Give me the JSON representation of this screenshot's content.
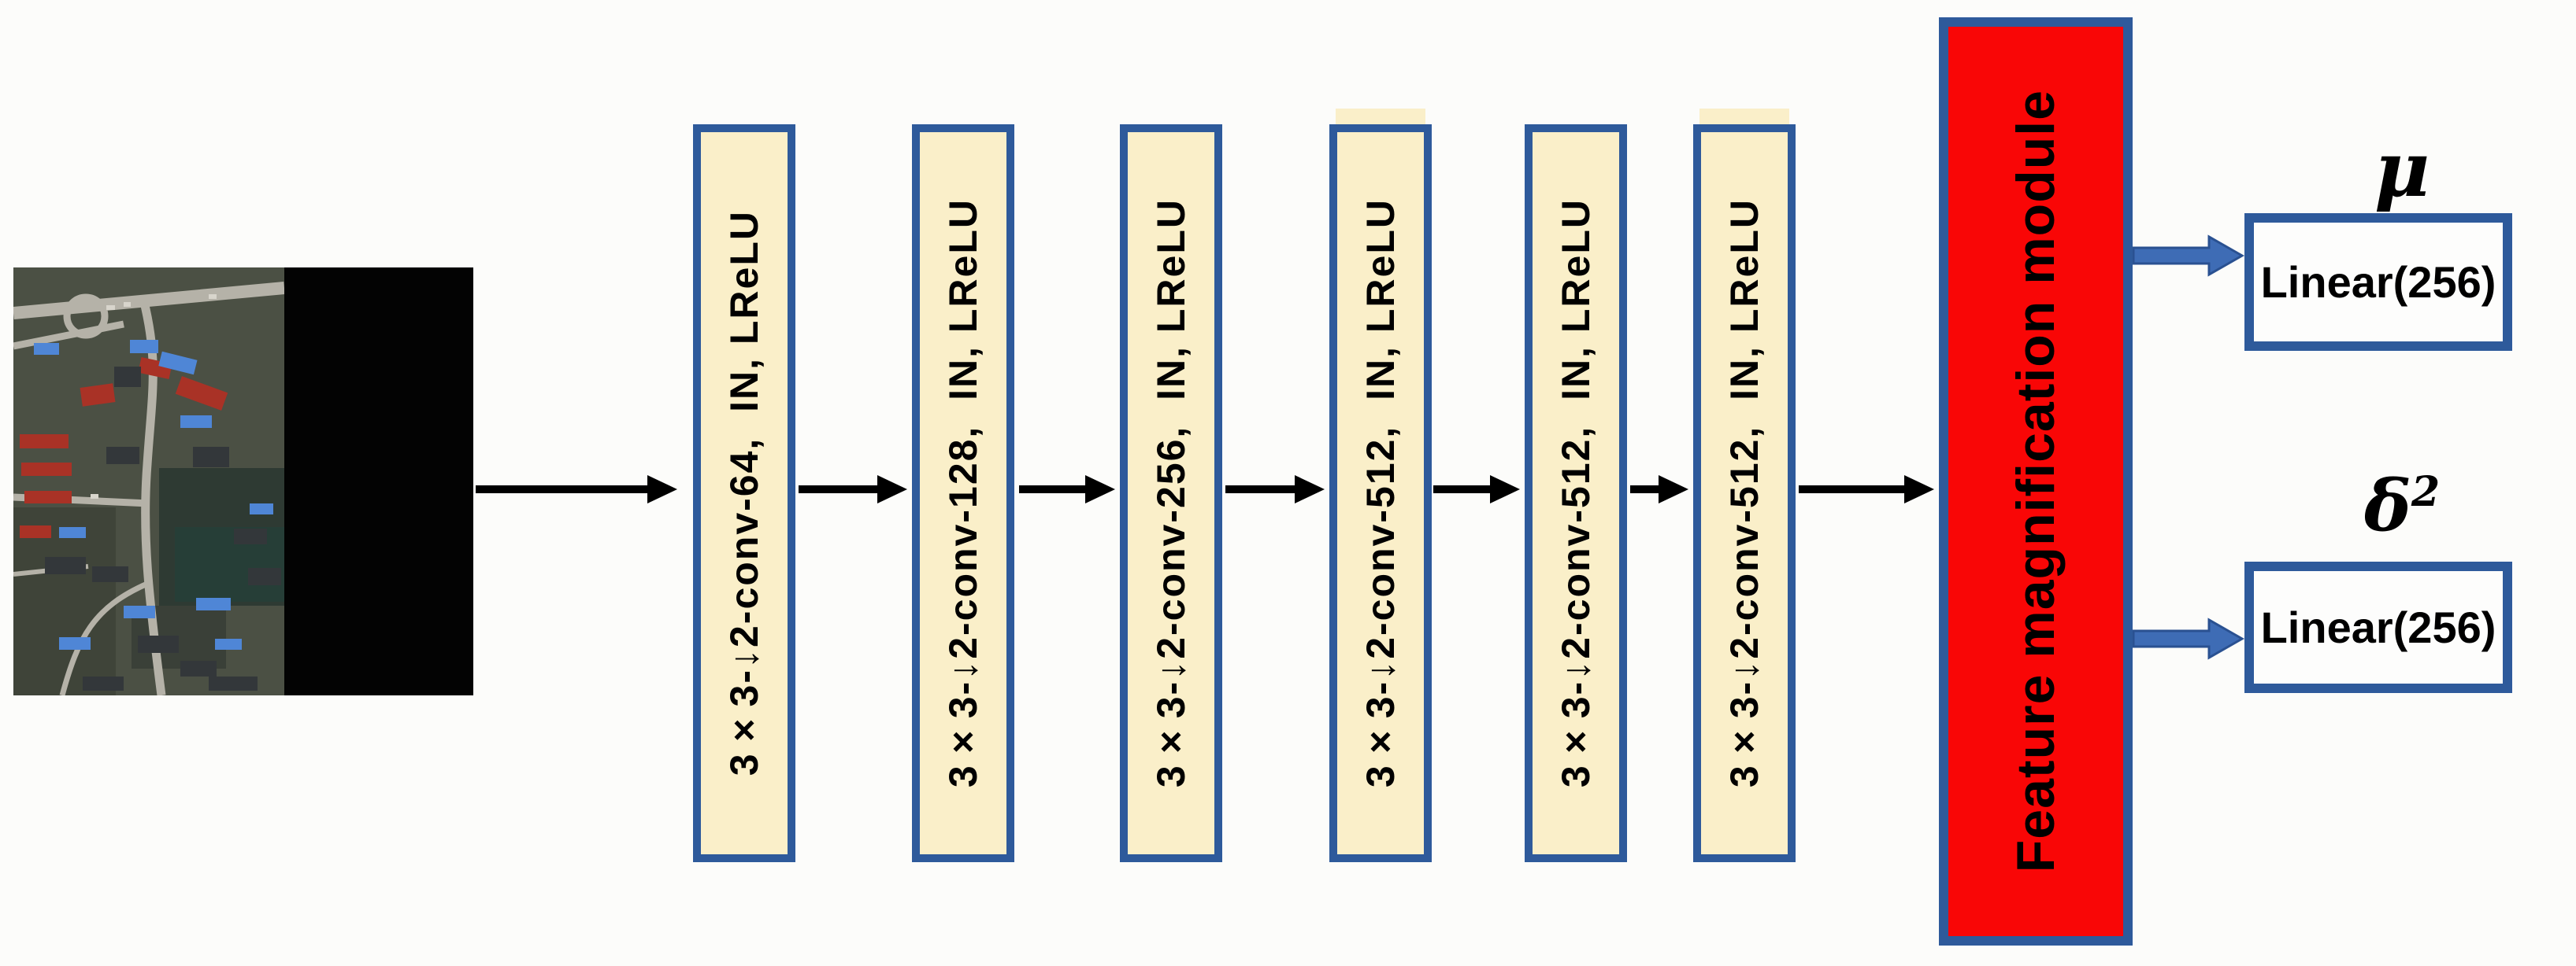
{
  "background": "#FCFCFA",
  "colors": {
    "layer_fill": "#FAEFC9",
    "layer_border": "#2E5A9B",
    "module_fill": "#F90606",
    "module_border": "#2E5A9B",
    "arrow_black": "#000000",
    "arrow_blue_fill": "#3E6CB5",
    "arrow_blue_border": "#2A5191",
    "text": "#000000"
  },
  "input": {
    "type": "satellite-photo",
    "mask": "right portion masked black"
  },
  "encoder": {
    "layers": [
      {
        "label": "3×3-↓2-conv-64,  IN, LReLU"
      },
      {
        "label": "3×3-↓2-conv-128,  IN, LReLU"
      },
      {
        "label": "3×3-↓2-conv-256,  IN, LReLU"
      },
      {
        "label": "3×3-↓2-conv-512,  IN, LReLU"
      },
      {
        "label": "3×3-↓2-conv-512,  IN, LReLU"
      },
      {
        "label": "3×3-↓2-conv-512,  IN, LReLU"
      }
    ]
  },
  "module": {
    "label": "Feature magnification module"
  },
  "outputs": {
    "mu": {
      "symbol": "μ",
      "superscript": "",
      "layer": "Linear(256)"
    },
    "delta": {
      "symbol": "δ",
      "superscript": "2",
      "layer": "Linear(256)"
    }
  }
}
